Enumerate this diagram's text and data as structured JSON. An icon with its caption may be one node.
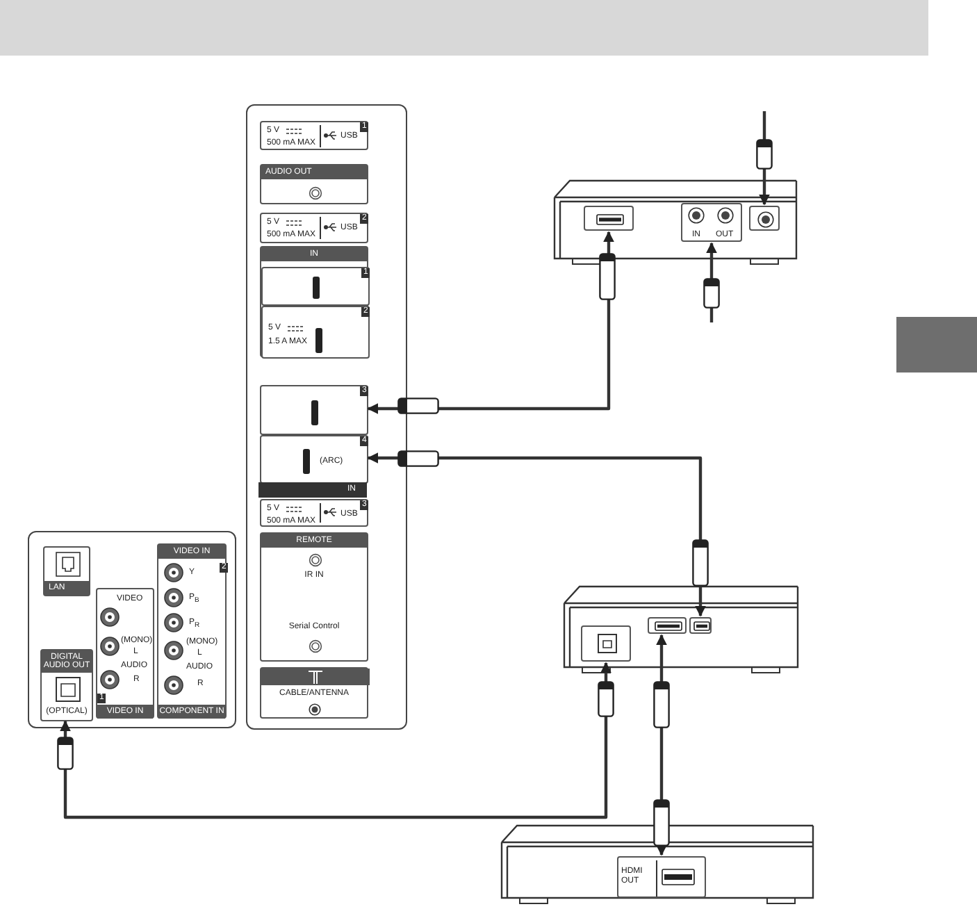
{
  "diagram": {
    "nodes": [
      {
        "text": [],
        "shape": "box"
      },
      {
        "text": [
          "5 V",
          "500 mA MAX",
          "USB",
          "1"
        ],
        "in": 0
      },
      {
        "text": [
          "AUDIO OUT"
        ],
        "in": 0
      },
      {
        "text": [
          "5 V",
          "500 mA MAX",
          "USB",
          "2"
        ],
        "in": 0
      },
      {
        "text": [
          "IN"
        ],
        "in": 0
      },
      {
        "text": [
          "1"
        ],
        "in": 4
      },
      {
        "text": [
          "2",
          "5 V",
          "1.5 A MAX"
        ],
        "in": 4
      },
      {
        "text": [
          "3"
        ],
        "in": 0
      },
      {
        "text": [
          "4",
          "(ARC)"
        ],
        "in": 0
      },
      {
        "text": [
          "5 V",
          "500 mA MAX",
          "USB",
          "3"
        ],
        "in": 0
      },
      {
        "text": [
          "REMOTE",
          "IR IN",
          "Serial Control"
        ],
        "in": 0
      },
      {
        "text": [
          "CABLE/ANTENNA"
        ],
        "in": 0
      },
      {
        "text": [],
        "shape": "box"
      },
      {
        "text": [
          "LAN"
        ],
        "in": 12
      },
      {
        "text": [
          "DIGITAL AUDIO OUT",
          "(OPTICAL)"
        ],
        "in": 12
      },
      {
        "text": [
          "VIDEO",
          "(MONO)",
          "L",
          "AUDIO",
          "R",
          "1",
          "VIDEO IN"
        ],
        "in": 12
      },
      {
        "text": [
          "VIDEO IN",
          "2",
          "Y",
          "P$_{B}$",
          "P$_{R}$",
          "(MONO)",
          "L",
          "AUDIO",
          "R",
          "COMPONENT IN"
        ],
        "in": 12
      },
      {
        "text": [],
        "shape": "box"
      },
      {
        "text": [],
        "shape": "box",
        "in": 17
      },
      {
        "text": [
          "IN",
          "OUT"
        ],
        "in": 17
      },
      {
        "text": [],
        "shape": "box",
        "in": 17
      },
      {
        "text": [],
        "shape": "box"
      },
      {
        "text": [],
        "shape": "box",
        "in": 21
      },
      {
        "text": [],
        "shape": "box",
        "in": 21
      },
      {
        "text": [],
        "shape": "box",
        "in": 21
      },
      {
        "text": [],
        "shape": "box"
      },
      {
        "text": [
          "HDMI OUT"
        ],
        "in": 25
      }
    ],
    "edges": [
      {
        "from": 18,
        "to": 7,
        "arrow": "both"
      },
      {
        "from": 24,
        "to": 8,
        "arrow": "both"
      },
      {
        "from": 14,
        "to": 22,
        "arrow": "both"
      },
      {
        "from": 26,
        "to": 23,
        "arrow": "both"
      },
      {
        "from": null,
        "to": 20,
        "arrow": "to"
      },
      {
        "from": null,
        "to": 19,
        "arrow": "to"
      }
    ],
    "labels": [
      "IN"
    ]
  }
}
